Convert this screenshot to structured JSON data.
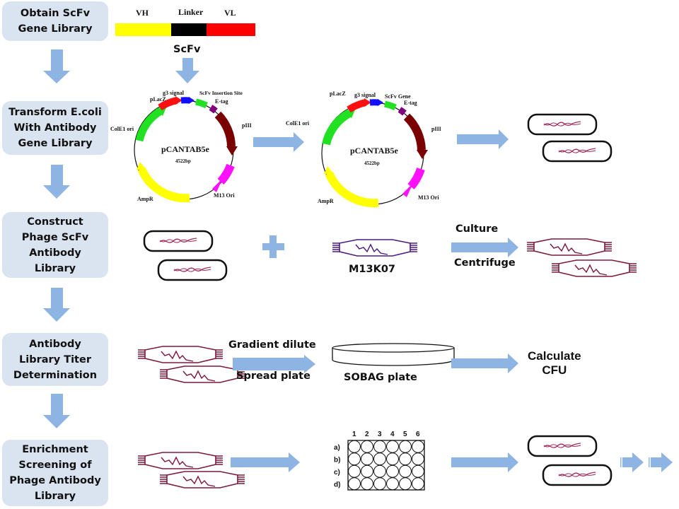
{
  "steps": [
    {
      "label": "Obtain ScFv\nGene Library"
    },
    {
      "label": "Transform E.coli\nWith Antibody\nGene Library"
    },
    {
      "label": "Construct\nPhage ScFv\nAntibody\nLibrary"
    },
    {
      "label": "Antibody\nLibrary Titer\nDetermination"
    },
    {
      "label": "Enrichment\nScreening of\nPhage Antibody\nLibrary"
    }
  ],
  "scfv": {
    "segments": [
      {
        "label": "VH",
        "color": "#ffff00"
      },
      {
        "label": "Linker",
        "color": "#000000"
      },
      {
        "label": "VL",
        "color": "#ff0000"
      }
    ],
    "caption": "ScFv"
  },
  "plasmid1": {
    "name": "pCANTAB5e",
    "size": "4522bp",
    "features": {
      "g3": "g3 signal",
      "insert": "ScFv Insertion Site",
      "etag": "E-tag",
      "plac": "pLacZ",
      "colE1": "ColE1 ori",
      "piii": "pIII",
      "m13": "M13 Ori",
      "amp": "AmpR"
    }
  },
  "plasmid2": {
    "name": "pCANTAB5e",
    "size": "4522bp",
    "features": {
      "g3": "g3 signal",
      "insert": "ScFv Gene",
      "etag": "E-tag",
      "plac": "pLacZ",
      "colE1": "ColE1 ori",
      "piii": "pIII",
      "m13": "M13 Ori",
      "amp": "AmpR"
    }
  },
  "row3": {
    "helper_phage": "M13K07",
    "culture": "Culture",
    "centrifuge": "Centrifuge"
  },
  "row4": {
    "gradient": "Gradient dilute",
    "spread": "Spread plate",
    "plate": "SOBAG plate",
    "calculate": "Calculate\nCFU"
  },
  "row5": {
    "plate_columns": [
      "1",
      "2",
      "3",
      "4",
      "5",
      "6"
    ],
    "plate_rows": [
      "a)",
      "b)",
      "c)",
      "d)"
    ]
  },
  "colors": {
    "step_bg": "#dae3f0",
    "arrow": "#8eb4e3",
    "phage": "#7b1a3a",
    "helper_phage": "#4b1a80",
    "dna": "#a0265a"
  }
}
